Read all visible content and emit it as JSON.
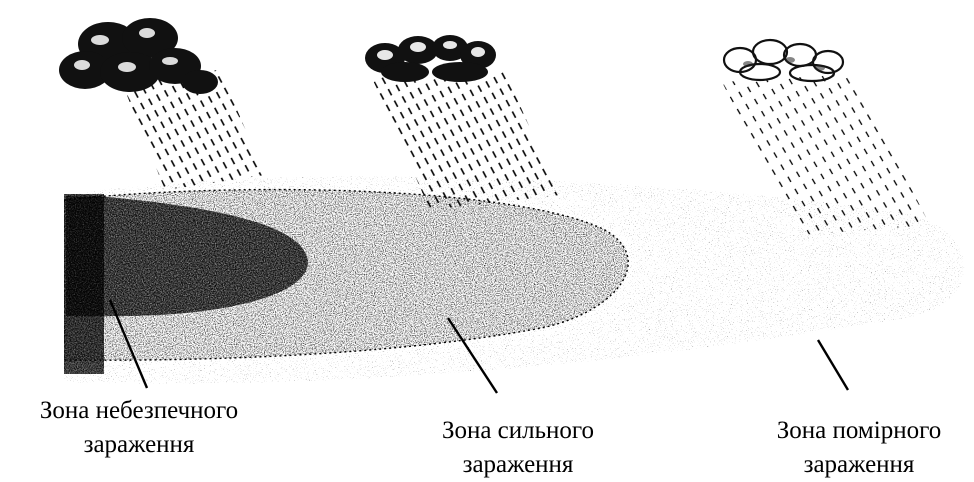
{
  "zones": [
    {
      "id": "dangerous",
      "line1": "Зона небезпечного",
      "line2": "зараження"
    },
    {
      "id": "strong",
      "line1": "Зона сильного",
      "line2": "зараження"
    },
    {
      "id": "moderate",
      "line1": "Зона помірного",
      "line2": "зараження"
    }
  ],
  "colors": {
    "ink": "#000000",
    "background": "#ffffff"
  },
  "icons": [
    "cloud-icon",
    "rain-icon"
  ]
}
